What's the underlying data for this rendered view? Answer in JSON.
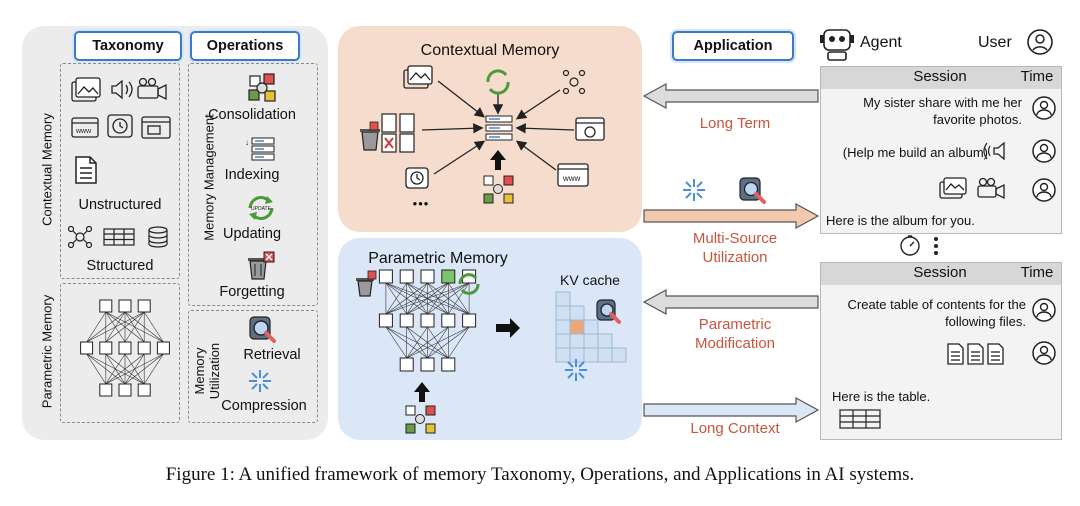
{
  "left_panel": {
    "taxonomy_tab": "Taxonomy",
    "operations_tab": "Operations",
    "contextual_memory_label": "Contextual Memory",
    "parametric_memory_label": "Parametric Memory",
    "unstructured_label": "Unstructured",
    "structured_label": "Structured",
    "memory_management_label": "Memory Management",
    "memory_utilization_label": "Memory Utilization",
    "operations": [
      "Consolidation",
      "Indexing",
      "Updating",
      "Forgetting",
      "Retrieval",
      "Compression"
    ],
    "update_icon_text": "UPDATE"
  },
  "center": {
    "contextual_title": "Contextual Memory",
    "parametric_title": "Parametric Memory",
    "kv_cache_label": "KV cache",
    "ellipsis": "•••"
  },
  "arrows": {
    "long_term": "Long Term",
    "multi_source_line1": "Multi-Source",
    "multi_source_line2": "Utilization",
    "parametric_line1": "Parametric",
    "parametric_line2": "Modification",
    "long_context": "Long Context"
  },
  "application": {
    "tab": "Application",
    "agent_label": "Agent",
    "user_label": "User",
    "session_header": "Session",
    "time_header": "Time",
    "session1": {
      "msg1_line1": "My sister share with me her",
      "msg1_line2": "favorite photos.",
      "msg2": "(Help me build an album)",
      "reply": "Here is the album for you."
    },
    "session2": {
      "msg1_line1": "Create table of contents for the",
      "msg1_line2": "following files.",
      "reply": "Here is the table."
    }
  },
  "caption": "Figure 1: A unified framework of memory Taxonomy, Operations, and Applications in AI systems.",
  "colors": {
    "tab_border": "#3b79c9",
    "contextual_panel": "#f6dccc",
    "parametric_panel": "#dbe7f7",
    "left_panel": "#ececec",
    "label_red": "#c8553d",
    "arrow_gray": "#dcdcdc",
    "arrow_orange": "#f3c9ad",
    "arrow_blue": "#dbe7f7"
  }
}
